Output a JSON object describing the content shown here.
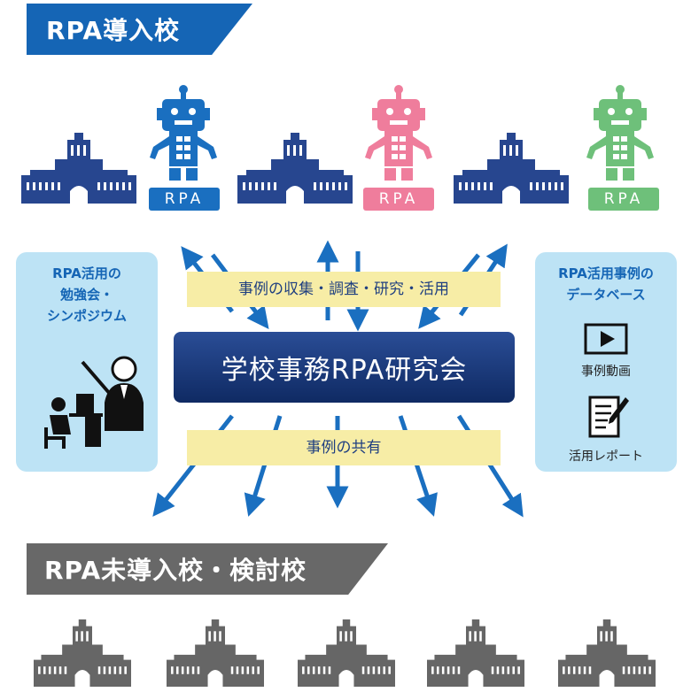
{
  "header_top": "RPA導入校",
  "header_bottom": "RPA未導入校・検討校",
  "robots": [
    {
      "label": "RPA",
      "color": "#1a6fc0"
    },
    {
      "label": "RPA",
      "color": "#ef7d9c"
    },
    {
      "label": "RPA",
      "color": "#6ec07a"
    }
  ],
  "left_panel": {
    "lines": [
      "RPA活用の",
      "勉強会・",
      "シンポジウム"
    ]
  },
  "right_panel": {
    "lines": [
      "RPA活用事例の",
      "データベース"
    ],
    "video_label": "事例動画",
    "report_label": "活用レポート"
  },
  "collect_label": "事例の収集・調査・研究・活用",
  "center_title": "学校事務RPA研究会",
  "share_label": "事例の共有",
  "colors": {
    "school_blue": "#27468f",
    "school_gray": "#666666",
    "arrow_blue": "#1a6fc0",
    "panel_bg": "#bde3f5"
  }
}
